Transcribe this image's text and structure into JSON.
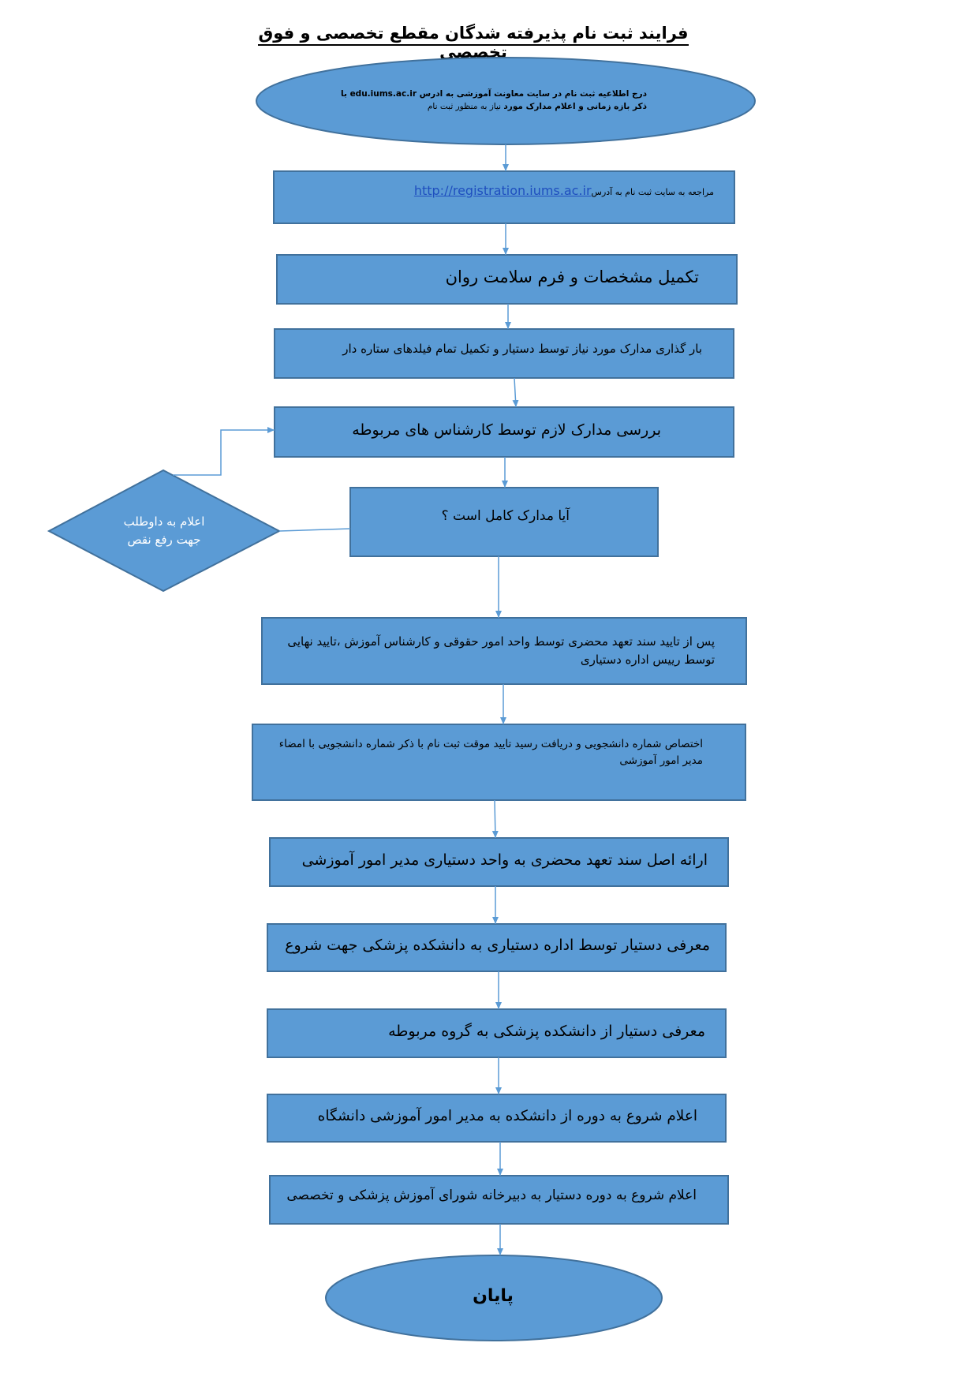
{
  "title": "فرایند ثبت نام  پذیرفته شدگان مقطع تخصصی و فوق تخصصی",
  "colors": {
    "fill": "#5b9bd5",
    "stroke": "#41719c",
    "arrow": "#5b9bd5"
  },
  "flowchart": {
    "start": {
      "line1": "درج اطلاعیه ثبت نام در سایت معاونت آموزشی به ادرس edu.iums.ac.ir با",
      "line2_bold": "ذکر بازه زمانی و اعلام مدارک مورد",
      "line2_rest": " نیاز به منظور ثبت نام"
    },
    "step_site": {
      "text": "مراجعه به سایت ثبت نام به آدرس",
      "link": "http://registration.iums.ac.ir"
    },
    "step_form": "تکمیل مشخصات و فرم سلامت روان",
    "step_upload": "بار گذاری مدارک مورد نیاز توسط دستیار و تکمیل تمام فیلدهای ستاره دار",
    "step_review": "بررسی مدارک لازم توسط کارشناس های مربوطه",
    "step_decision": "آیا مدارک کامل است ؟",
    "side_notice": {
      "line1": "اعلام به داوطلب",
      "line2": "جهت رفع نقص"
    },
    "step_approval": "پس از تایید سند تعهد محضری توسط واحد امور حقوقی و کارشناس آموزش ،تایید نهایی توسط رییس اداره دستیاری",
    "step_number": "اختصاص شماره دانشجویی و دریافت رسید تایید موقت ثبت نام با ذکر شماره دانشجویی با امضاء مدیر امور آموزشی",
    "step_original": "ارائه اصل سند تعهد محضری به واحد دستیاری مدیر امور آموزشی",
    "step_intro_school": "معرفی دستیار توسط اداره دستیاری به دانشکده پزشکی جهت شروع",
    "step_intro_group": "معرفی دستیار از دانشکده پزشکی به گروه مربوطه",
    "step_announce_uni": "اعلام شروع به دوره از دانشکده به مدیر امور آموزشی دانشگاه",
    "step_announce_council": "اعلام شروع به دوره دستیار به دبیرخانه شورای آموزش پزشکی و تخصصی",
    "end": "پایان"
  }
}
